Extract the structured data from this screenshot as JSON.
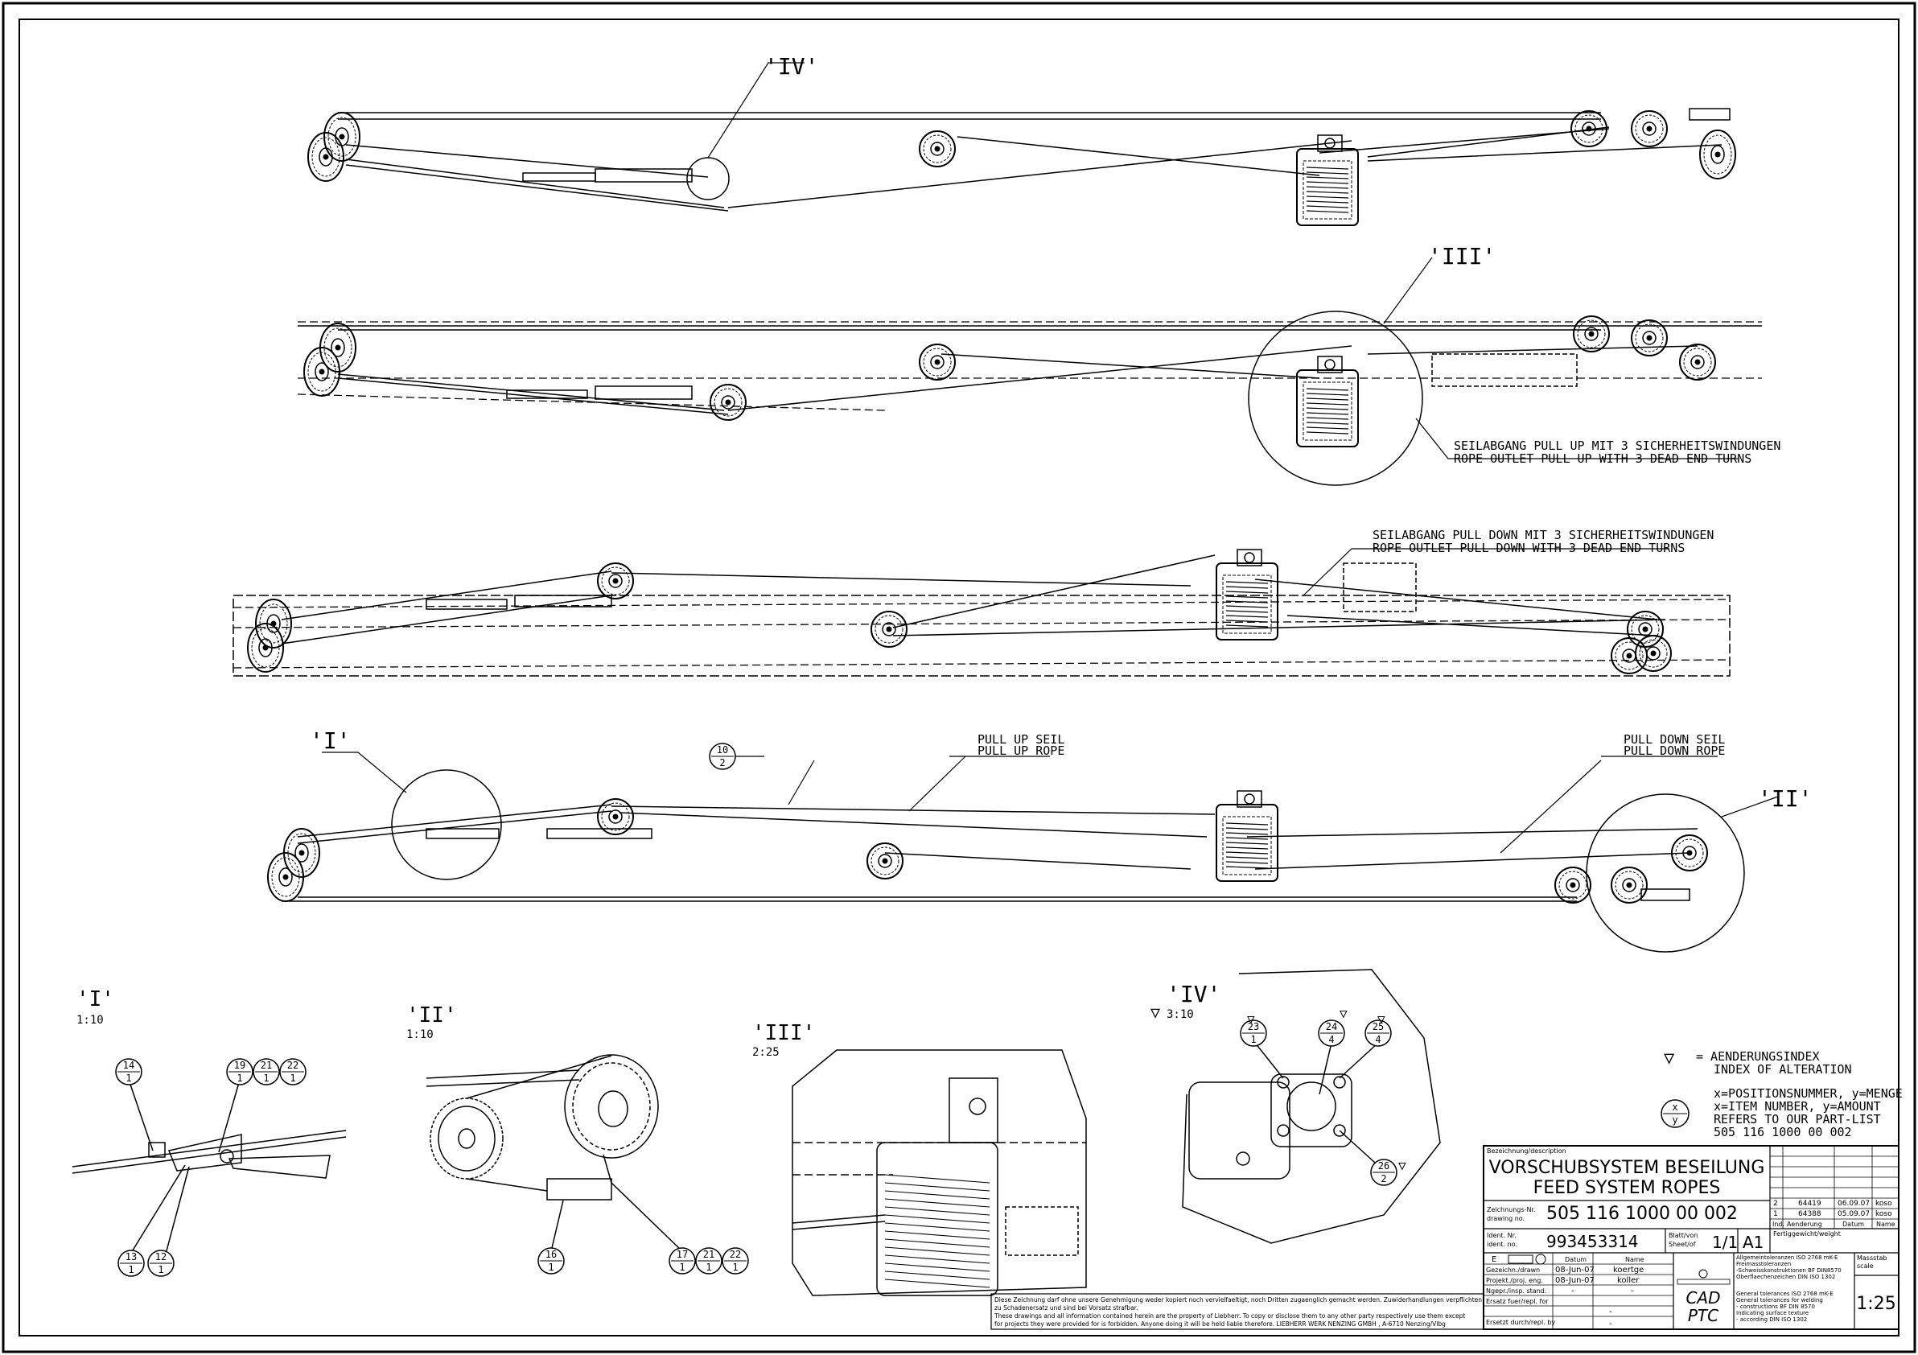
{
  "views": {
    "iv_callout": "'IV'",
    "iii_callout": "'III'",
    "i_callout": "'I'",
    "ii_callout": "'II'"
  },
  "notes": {
    "pull_up_outlet_de": "SEILABGANG PULL UP MIT 3 SICHERHEITSWINDUNGEN",
    "pull_up_outlet_en": "ROPE OUTLET PULL UP WITH 3 DEAD END TURNS",
    "pull_down_outlet_de": "SEILABGANG PULL DOWN MIT 3 SICHERHEITSWINDUNGEN",
    "pull_down_outlet_en": "ROPE OUTLET PULL DOWN WITH 3 DEAD END TURNS",
    "pull_up_de": "PULL UP SEIL",
    "pull_up_en": "PULL UP ROPE",
    "pull_down_de": "PULL DOWN SEIL",
    "pull_down_en": "PULL DOWN ROPE",
    "item_rope": {
      "num": "10",
      "qty": "2"
    }
  },
  "details": {
    "i": {
      "title": "'I'",
      "scale": "1:10"
    },
    "ii": {
      "title": "'II'",
      "scale": "1:10"
    },
    "iii": {
      "title": "'III'",
      "scale": "2:25"
    },
    "iv": {
      "title": "'IV'",
      "scale": "3:10"
    }
  },
  "balloons": {
    "b14": {
      "num": "14",
      "qty": "1"
    },
    "b19": {
      "num": "19",
      "qty": "1"
    },
    "b21a": {
      "num": "21",
      "qty": "1"
    },
    "b22a": {
      "num": "22",
      "qty": "1"
    },
    "b13": {
      "num": "13",
      "qty": "1"
    },
    "b12": {
      "num": "12",
      "qty": "1"
    },
    "b16": {
      "num": "16",
      "qty": "1"
    },
    "b17": {
      "num": "17",
      "qty": "1"
    },
    "b21b": {
      "num": "21",
      "qty": "1"
    },
    "b22b": {
      "num": "22",
      "qty": "1"
    },
    "b23": {
      "num": "23",
      "qty": "1"
    },
    "b24": {
      "num": "24",
      "qty": "4"
    },
    "b25": {
      "num": "25",
      "qty": "4"
    },
    "b26": {
      "num": "26",
      "qty": "2"
    }
  },
  "legend": {
    "alteration_de": "= AENDERUNGSINDEX",
    "alteration_en": "INDEX OF ALTERATION",
    "xy_x": "x",
    "xy_y": "y",
    "line1": "x=POSITIONSNUMMER, y=MENGE",
    "line2": "x=ITEM NUMBER, y=AMOUNT",
    "line3": "REFERS TO OUR PART-LIST",
    "line4": "505 116 1000 00 002"
  },
  "title_block": {
    "desc_label": "Bezeichnung/description",
    "title_de": "VORSCHUBSYSTEM BESEILUNG",
    "title_en": "FEED SYSTEM ROPES",
    "drawing_label1": "Zeichnungs-Nr.",
    "drawing_label2": "drawing no.",
    "drawing_no": "505 116 1000 00 002",
    "ident_label1": "Ident. Nr.",
    "ident_label2": "ident. no.",
    "ident_no": "993453314",
    "sheet_label1": "Blatt/von",
    "sheet_label2": "Sheet/of",
    "sheet": "1/1",
    "format": "A1",
    "weight_label": "Fertiggewicht/weight",
    "revisions": [
      {
        "ind": "2",
        "change": "64419",
        "date": "06.09.07",
        "name": "koso"
      },
      {
        "ind": "1",
        "change": "64388",
        "date": "05.09.07",
        "name": "koso"
      }
    ],
    "rev_headers": {
      "ind": "Ind.",
      "change": "Aenderung",
      "date": "Datum",
      "name": "Name"
    },
    "rows": [
      {
        "label": "Gezeichn./drawn",
        "date": "08-Jun-07",
        "name": "koertge"
      },
      {
        "label": "Projekt./proj. eng.",
        "date": "08-Jun-07",
        "name": "koller"
      },
      {
        "label": "Ngepr./insp. stand.",
        "date": "-",
        "name": "-"
      },
      {
        "label": "Ersatz fuer/repl. for",
        "date": "",
        "name": "-"
      },
      {
        "label": "Ersetzt durch/repl. by",
        "date": "",
        "name": "-"
      }
    ],
    "datum_header": "Datum",
    "name_header": "Name",
    "e_label": "E",
    "cad": "CAD",
    "ptc": "PTC",
    "tol1": "Allgemeintoleranzen ISO 2768 mK-E",
    "tol2": "Freimasstoleranzen",
    "tol3": "-Schweisskonstruktionen BF DIN8570",
    "tol4": "Oberflaechenzeichen DIN ISO 1302",
    "tol5": "General tolerances ISO 2768 mK-E",
    "tol6": "General tolerances for welding",
    "tol7": "- constructions BF DIN 8570",
    "tol8": "Indicating surface texture",
    "tol9": "- according DIN ISO 1302",
    "scale_label1": "Massstab",
    "scale_label2": "scale",
    "scale": "1:25",
    "copyright1": "Diese Zeichnung darf ohne unsere Genehmigung weder kopiert noch vervielfaeltigt, noch Dritten zugaenglich gemacht werden. Zuwiderhandlungen verpflichten",
    "copyright2": "zu Schadenersatz und sind bei Vorsatz strafbar.",
    "copyright3": "These drawings and all information contained herein are the property of Liebherr. To copy or disclose them to any other party respectively use them except",
    "copyright4": "for projects they were provided for is forbidden. Anyone doing it will be held liable therefore.     LIEBHERR WERK NENZING GMBH , A-6710 Nenzing/Vlbg"
  }
}
